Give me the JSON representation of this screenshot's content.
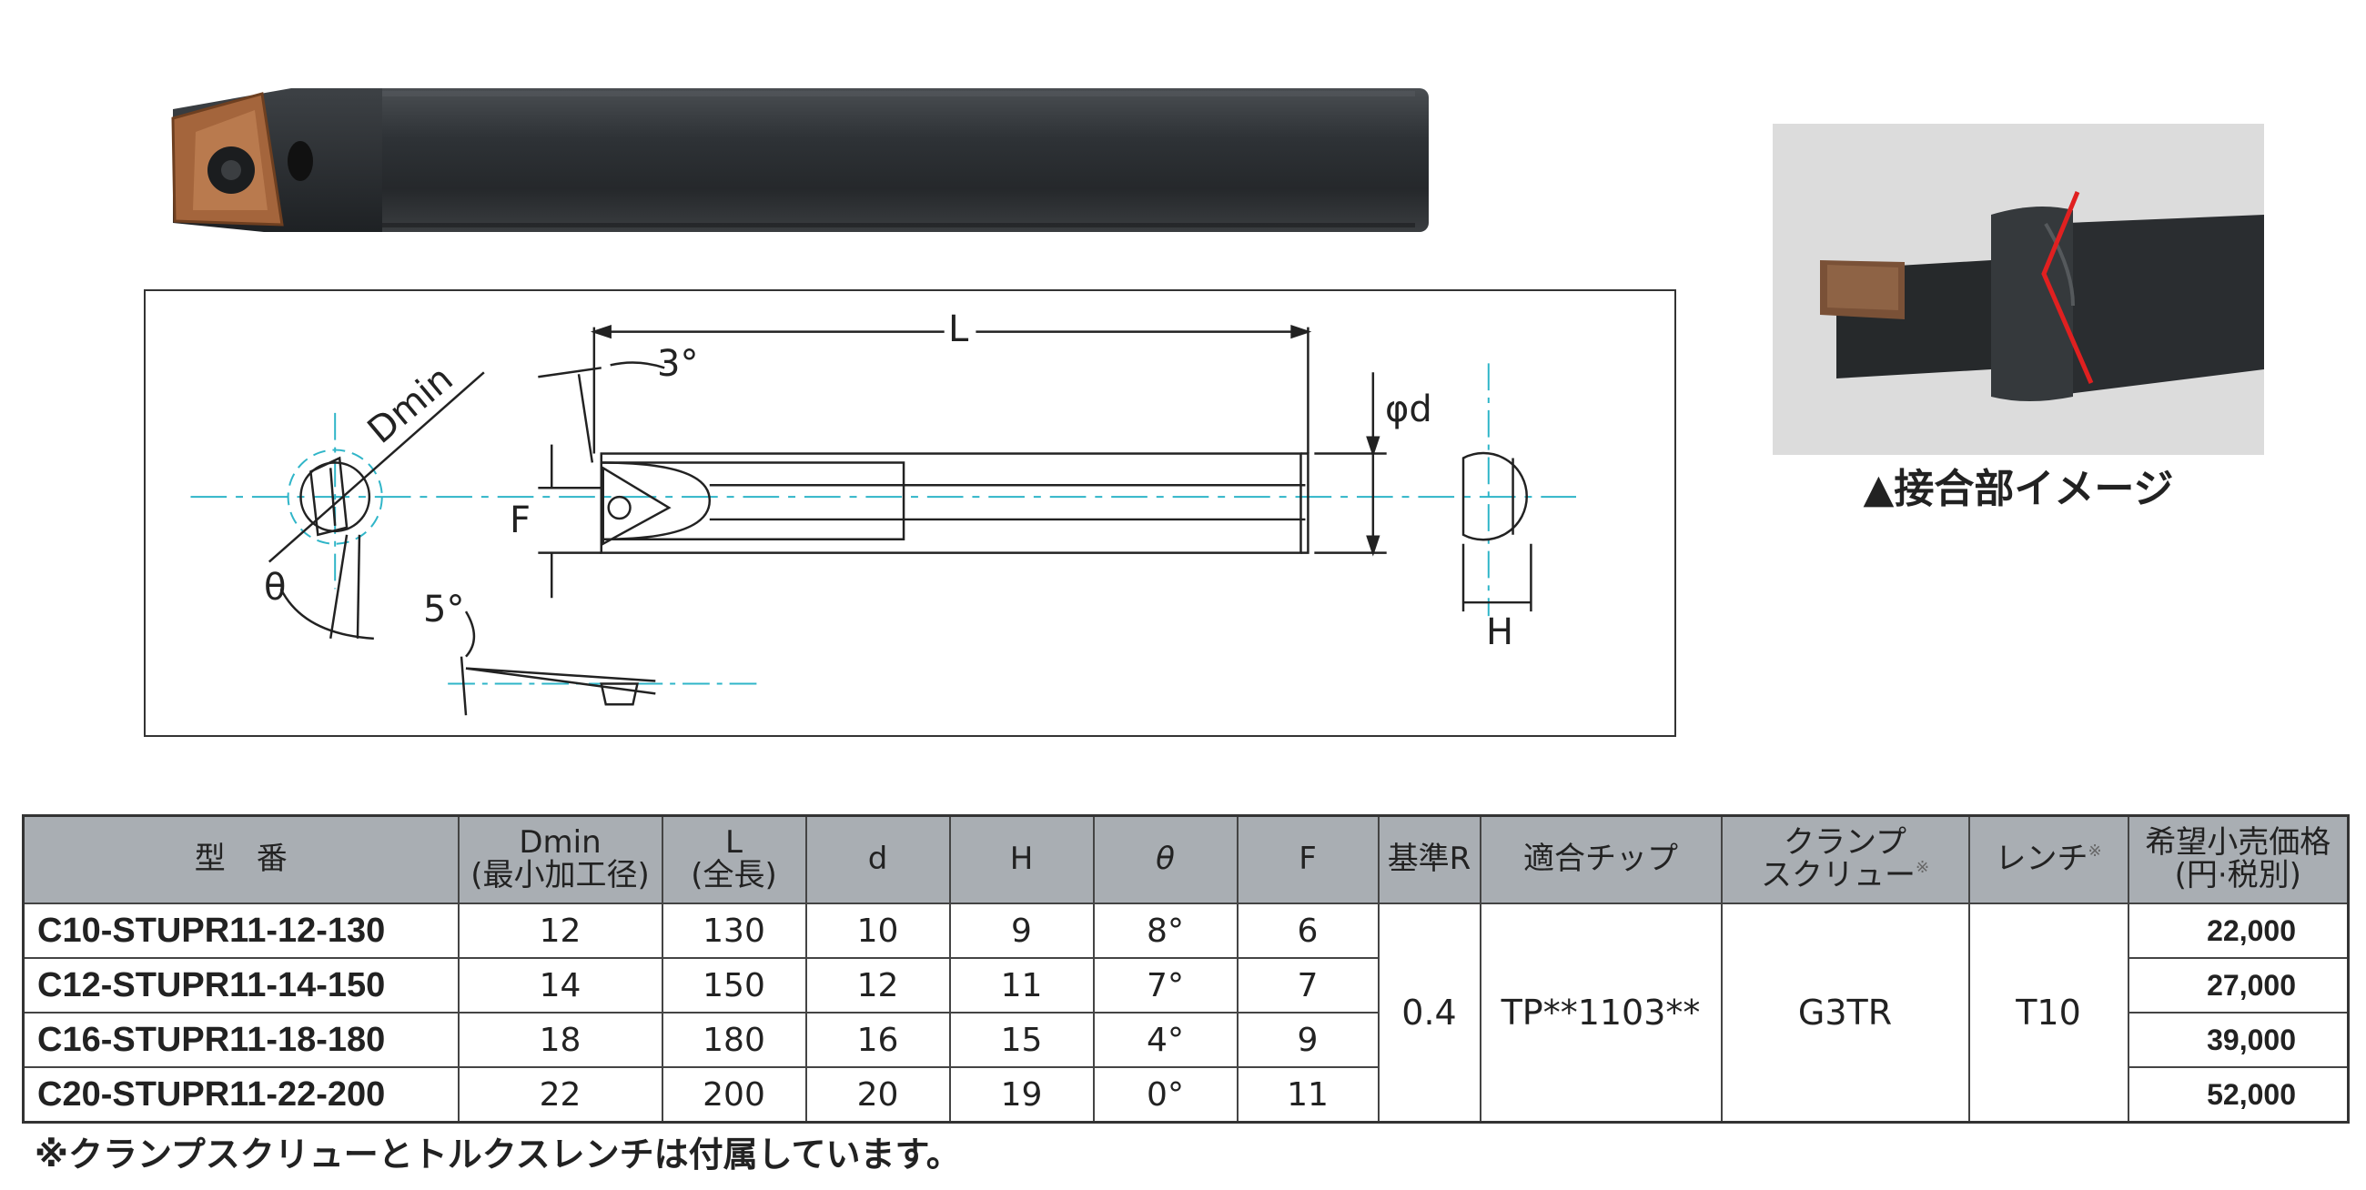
{
  "drawing": {
    "labels": {
      "L": "L",
      "angle_3": "3°",
      "dmin": "Dmin",
      "phi_d": "φd",
      "F": "F",
      "theta": "θ",
      "angle_5": "5°",
      "H": "H"
    }
  },
  "joint_image": {
    "caption": "▲接合部イメージ"
  },
  "table": {
    "headers": {
      "model": "型　番",
      "dmin_line1": "Dmin",
      "dmin_line2": "(最小加工径)",
      "l_line1": "L",
      "l_line2": "(全長)",
      "d": "d",
      "h": "H",
      "theta": "θ",
      "f": "F",
      "base_r": "基準R",
      "insert": "適合チップ",
      "clamp_line1": "クランプ",
      "clamp_line2": "スクリュー",
      "wrench": "レンチ",
      "note_mark": "※",
      "price_line1": "希望小売価格",
      "price_line2": "(円·税別)"
    },
    "rows": [
      {
        "model": "C10-STUPR11-12-130",
        "dmin": "12",
        "l": "130",
        "d": "10",
        "h": "9",
        "theta": "8°",
        "f": "6",
        "price": "22,000"
      },
      {
        "model": "C12-STUPR11-14-150",
        "dmin": "14",
        "l": "150",
        "d": "12",
        "h": "11",
        "theta": "7°",
        "f": "7",
        "price": "27,000"
      },
      {
        "model": "C16-STUPR11-18-180",
        "dmin": "18",
        "l": "180",
        "d": "16",
        "h": "15",
        "theta": "4°",
        "f": "9",
        "price": "39,000"
      },
      {
        "model": "C20-STUPR11-22-200",
        "dmin": "22",
        "l": "200",
        "d": "20",
        "h": "19",
        "theta": "0°",
        "f": "11",
        "price": "52,000"
      }
    ],
    "shared": {
      "base_r": "0.4",
      "insert": "TP**1103**",
      "clamp_screw": "G3TR",
      "wrench": "T10"
    }
  },
  "footnote": "※クランプスクリューとトルクスレンチは付属しています。",
  "colors": {
    "header_bg": "#a9aeb3",
    "centerline": "#2fb5c8",
    "insert_copper": "#a4653c",
    "marker_red": "#e02020",
    "tool_black": "#2a2d30"
  }
}
